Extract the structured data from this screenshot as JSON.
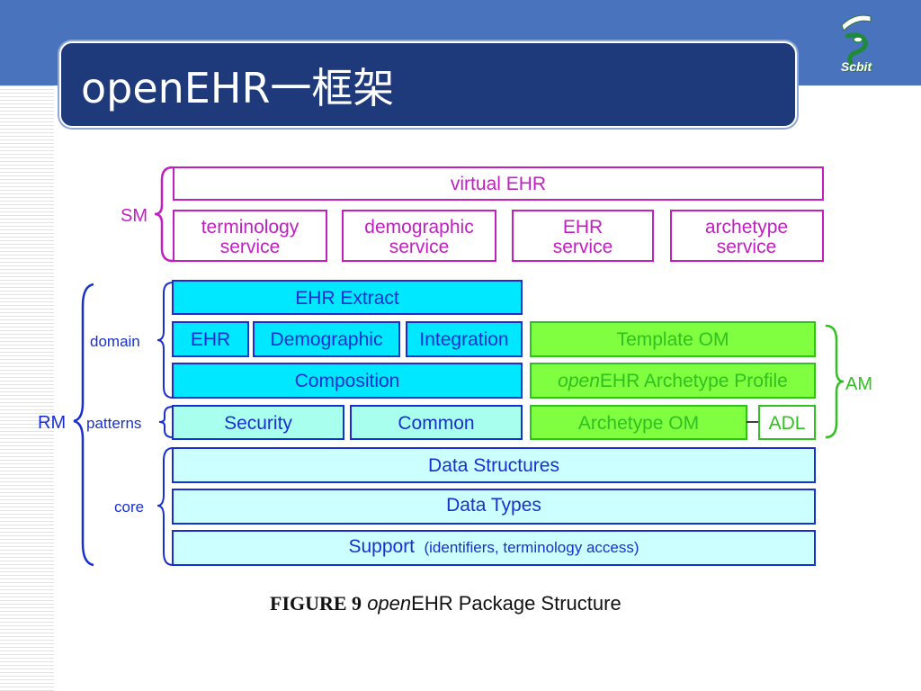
{
  "slide": {
    "title": "openEHR一框架",
    "logo_text": "Scbit"
  },
  "colors": {
    "sm_border": "#c020c0",
    "rm_blue": "#1a2fd0",
    "cyan_fill": "#00e8ff",
    "pale_cyan_fill": "#ccffff",
    "green_fill": "#80ff40",
    "green_border": "#30c020",
    "green_text": "#30c020"
  },
  "diagram": {
    "sm": {
      "label": "SM",
      "virtual_ehr": "virtual EHR",
      "services": [
        {
          "line1": "terminology",
          "line2": "service"
        },
        {
          "line1": "demographic",
          "line2": "service"
        },
        {
          "line1": "EHR",
          "line2": "service"
        },
        {
          "line1": "archetype",
          "line2": "service"
        }
      ]
    },
    "rm": {
      "label": "RM",
      "groups": {
        "domain": "domain",
        "patterns": "patterns",
        "core": "core"
      },
      "ehr_extract": "EHR Extract",
      "ehr": "EHR",
      "demographic": "Demographic",
      "integration": "Integration",
      "composition": "Composition",
      "security": "Security",
      "common": "Common",
      "data_structures": "Data Structures",
      "data_types": "Data Types",
      "support": "Support",
      "support_note": "(identifiers, terminology access)"
    },
    "am": {
      "label": "AM",
      "template_om": "Template OM",
      "profile_italic": "open",
      "profile_rest": "EHR Archetype Profile",
      "archetype_om": "Archetype OM",
      "adl": "ADL"
    },
    "caption": {
      "figure": "FIGURE  9",
      "italic": "open",
      "rest": "EHR Package Structure"
    }
  }
}
